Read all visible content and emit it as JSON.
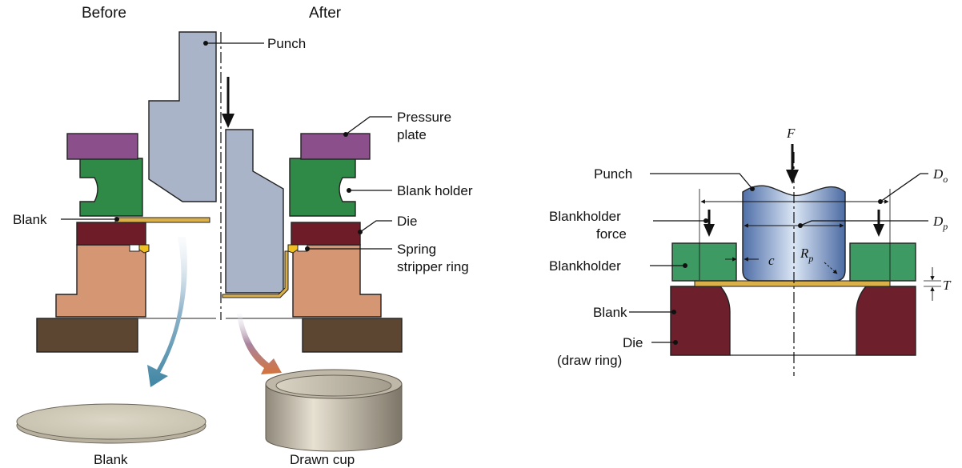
{
  "before_after": {
    "before_heading": "Before",
    "after_heading": "After",
    "labels": {
      "punch": "Punch",
      "pressure_plate_line1": "Pressure",
      "pressure_plate_line2": "plate",
      "blank_holder": "Blank holder",
      "blank": "Blank",
      "die": "Die",
      "spring_stripper_line1": "Spring",
      "spring_stripper_line2": "stripper ring"
    },
    "captions": {
      "blank": "Blank",
      "drawn_cup": "Drawn cup"
    }
  },
  "cross_section": {
    "labels": {
      "punch": "Punch",
      "blankholder_force_line1": "Blankholder",
      "blankholder_force_line2": "force",
      "blankholder": "Blankholder",
      "blank": "Blank",
      "die_line1": "Die",
      "die_line2": "(draw ring)"
    },
    "symbols": {
      "force": "F",
      "blank_diameter": "D",
      "blank_diameter_sub": "o",
      "punch_diameter": "D",
      "punch_diameter_sub": "p",
      "clearance": "c",
      "punch_radius": "R",
      "punch_radius_sub": "p",
      "thickness": "T"
    }
  },
  "colors": {
    "punch": "#a9b4c8",
    "pressure_plate": "#8b4f8c",
    "blank_holder": "#2f8a47",
    "die_top": "#6e1c27",
    "die_body": "#d59674",
    "base": "#5c4632",
    "blank": "#d9b04a",
    "xs_blankholder": "#3e9a63",
    "xs_die": "#6d1f2c",
    "xs_punch": "#6f8fc4"
  }
}
